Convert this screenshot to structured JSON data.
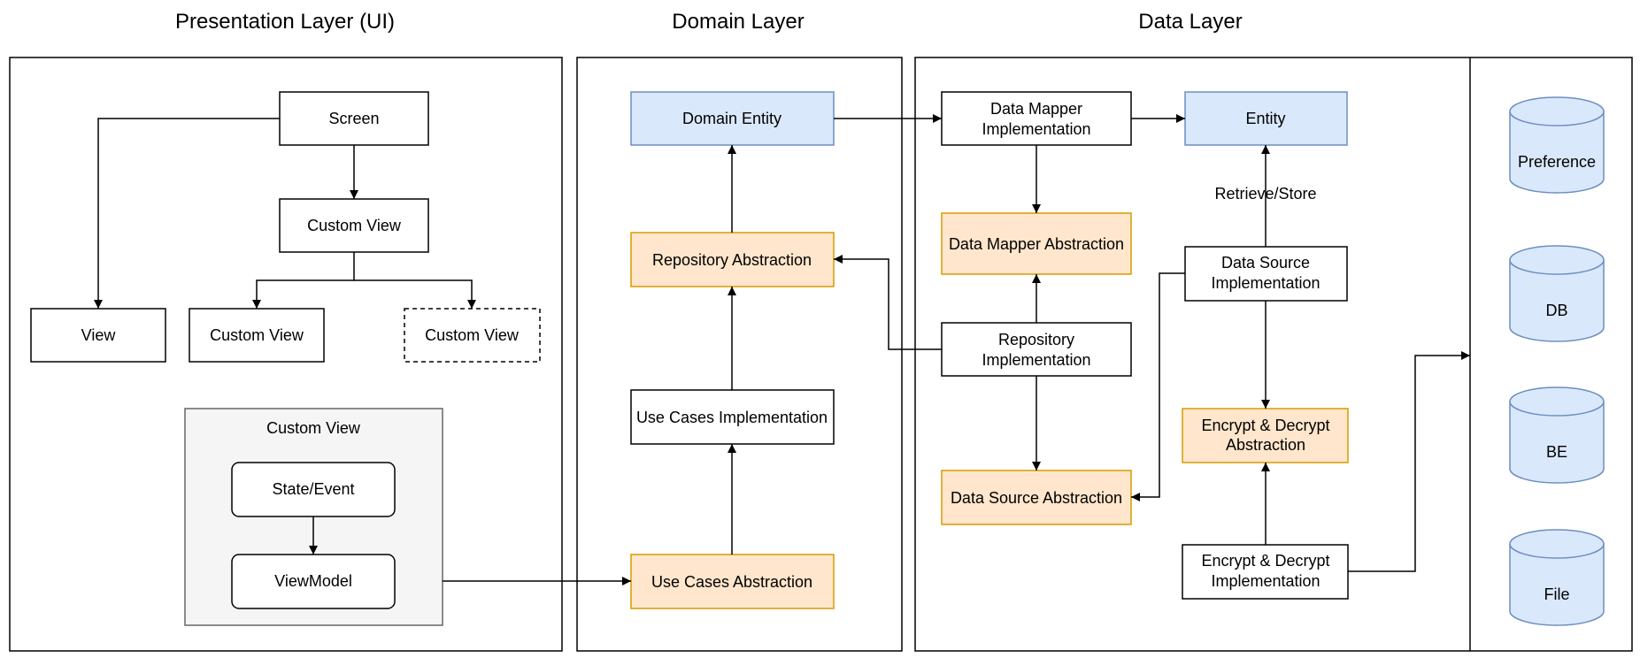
{
  "titles": {
    "presentation": "Presentation Layer (UI)",
    "domain": "Domain Layer",
    "data": "Data Layer"
  },
  "presentation": {
    "screen": "Screen",
    "custom_view_mid": "Custom View",
    "view": "View",
    "custom_view_left": "Custom View",
    "custom_view_dashed": "Custom View",
    "custom_view_group": "Custom View",
    "state_event": "State/Event",
    "viewmodel": "ViewModel"
  },
  "domain": {
    "domain_entity": "Domain Entity",
    "repository_abstraction": "Repository Abstraction",
    "use_cases_impl": "Use Cases Implementation",
    "use_cases_abstraction": "Use Cases Abstraction"
  },
  "data": {
    "data_mapper_impl": [
      "Data Mapper",
      "Implementation"
    ],
    "entity": "Entity",
    "data_mapper_abstraction": "Data Mapper Abstraction",
    "retrieve_store": "Retrieve/Store",
    "data_source_impl": [
      "Data Source",
      "Implementation"
    ],
    "repository_impl": [
      "Repository",
      "Implementation"
    ],
    "encrypt_abstraction": [
      "Encrypt & Decrypt",
      "Abstraction"
    ],
    "data_source_abstraction": "Data Source Abstraction",
    "encrypt_impl": [
      "Encrypt & Decrypt",
      "Implementation"
    ]
  },
  "storage": {
    "preference": "Preference",
    "db": "DB",
    "be": "BE",
    "file": "File"
  },
  "colors": {
    "blue_fill": "#dae8fc",
    "blue_stroke": "#6c8ebf",
    "orange_fill": "#ffe6cc",
    "orange_stroke": "#d79b00",
    "group_fill": "#f5f5f5",
    "group_stroke": "#666666"
  }
}
